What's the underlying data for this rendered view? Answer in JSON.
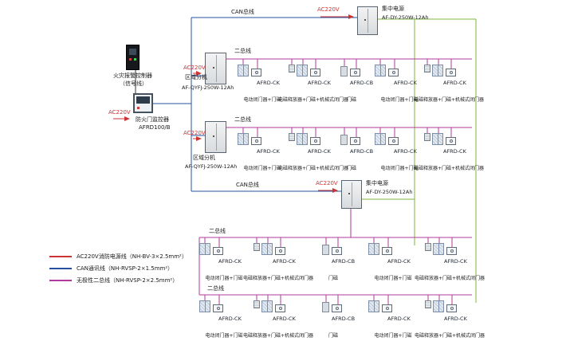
{
  "diagram": {
    "fire_alarm": {
      "label": "火灾报警控制器",
      "sub": "（信号线）"
    },
    "monitor": {
      "power": "AC220V",
      "label": "防火门监控器",
      "model": "AFRD100/B"
    },
    "area1": {
      "power": "AC220V",
      "label": "区域分机",
      "model": "AF-QYFJ-250W-12Ah"
    },
    "area2": {
      "power": "AC220V",
      "label": "区域分机",
      "model": "AF-QYFJ-250W-12Ah"
    },
    "power1": {
      "power": "AC220V",
      "label": "集中电源",
      "model": "AF-DY-250W-12Ah"
    },
    "power2": {
      "power": "AC220V",
      "label": "集中电源",
      "model": "AF-DY-250W-12Ah"
    },
    "bus": {
      "can": "CAN总线",
      "two_wire": "二总线"
    }
  },
  "wire_colors": {
    "ac_power": "#cc3333",
    "can_bus": "#27519e",
    "two_wire_bus": "#b23a9c",
    "dc_power": "#7db53c",
    "signal": "#333333"
  },
  "legend": {
    "items": [
      {
        "color": "#cc3333",
        "label": "AC220V消防电源线（NH-BV-3×2.5mm²）"
      },
      {
        "color": "#27519e",
        "label": "CAN通讯线（NH-RVSP-2×1.5mm²）"
      },
      {
        "color": "#b23a9c",
        "label": "无极性二总线（NH-RVSP-2×2.5mm²）"
      }
    ]
  },
  "rows": [
    {
      "bus_label": "二总线",
      "devices": [
        {
          "model": "AFRD-CK",
          "desc": "电动闭门器+门磁",
          "type": "door"
        },
        {
          "model": "AFRD-CK",
          "desc": "电磁释放器+门磁+机械式闭门器",
          "type": "release"
        },
        {
          "model": "AFRD-CB",
          "desc": "门磁",
          "type": "magnet"
        },
        {
          "model": "AFRD-CK",
          "desc": "电动闭门器+门磁",
          "type": "door"
        },
        {
          "model": "AFRD-CK",
          "desc": "电磁释放器+门磁+机械式闭门器",
          "type": "release"
        }
      ]
    },
    {
      "bus_label": "二总线",
      "devices": [
        {
          "model": "AFRD-CK",
          "desc": "电动闭门器+门磁",
          "type": "door"
        },
        {
          "model": "AFRD-CK",
          "desc": "电磁释放器+门磁+机械式闭门器",
          "type": "release"
        },
        {
          "model": "AFRD-CB",
          "desc": "门磁",
          "type": "magnet"
        },
        {
          "model": "AFRD-CK",
          "desc": "电动闭门器+门磁",
          "type": "door"
        },
        {
          "model": "AFRD-CK",
          "desc": "电磁释放器+门磁+机械式闭门器",
          "type": "release"
        }
      ]
    },
    {
      "bus_label": "二总线",
      "devices": [
        {
          "model": "AFRD-CK",
          "desc": "电动闭门器+门磁",
          "type": "door"
        },
        {
          "model": "AFRD-CK",
          "desc": "电磁释放器+门磁+机械式闭门器",
          "type": "release"
        },
        {
          "model": "AFRD-CB",
          "desc": "门磁",
          "type": "magnet"
        },
        {
          "model": "AFRD-CK",
          "desc": "电动闭门器+门磁",
          "type": "door"
        },
        {
          "model": "AFRD-CK",
          "desc": "电磁释放器+门磁+机械式闭门器",
          "type": "release"
        }
      ]
    },
    {
      "bus_label": "二总线",
      "devices": [
        {
          "model": "AFRD-CK",
          "desc": "电动闭门器+门磁",
          "type": "door"
        },
        {
          "model": "AFRD-CK",
          "desc": "电磁释放器+门磁+机械式闭门器",
          "type": "release"
        },
        {
          "model": "AFRD-CB",
          "desc": "门磁",
          "type": "magnet"
        },
        {
          "model": "AFRD-CK",
          "desc": "电动闭门器+门磁",
          "type": "door"
        },
        {
          "model": "AFRD-CK",
          "desc": "电磁释放器+门磁+机械式闭门器",
          "type": "release"
        }
      ]
    }
  ]
}
